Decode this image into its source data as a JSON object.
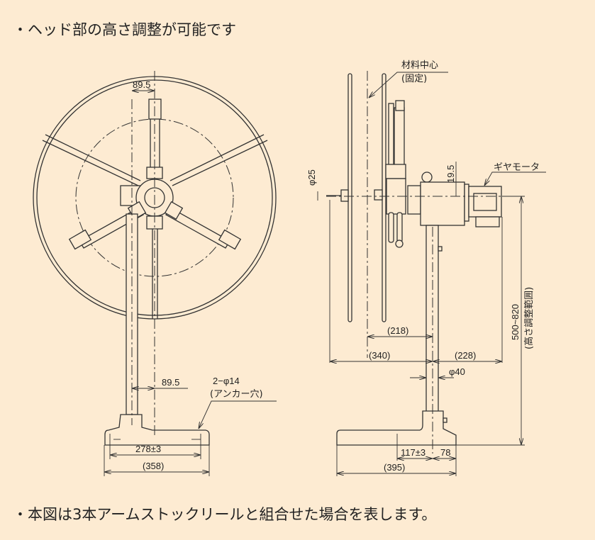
{
  "notes": {
    "top": "・ヘッド部の高さ調整が可能です",
    "bottom": "・本図は3本アームストックリールと組合せた場合を表します。"
  },
  "front_view": {
    "dim_top_offset": "89.5",
    "dim_pole_offset": "89.5",
    "anchor_label": "2−φ14",
    "anchor_sub": "(アンカー穴)",
    "dim_anchor_pitch": "278±3",
    "dim_base_width": "(358)"
  },
  "side_view": {
    "material_center": "材料中心",
    "material_center_sub": "(固定)",
    "dim_shaft": "φ25",
    "dim_offset": "19.5",
    "gear_motor": "ギヤモータ",
    "dim_218": "(218)",
    "dim_340": "(340)",
    "dim_228": "(228)",
    "dim_pole_dia": "φ40",
    "height_range": "500~820",
    "height_range_label": "(高さ調整範囲)",
    "dim_117": "117±3",
    "dim_78": "78",
    "dim_395": "(395)"
  }
}
